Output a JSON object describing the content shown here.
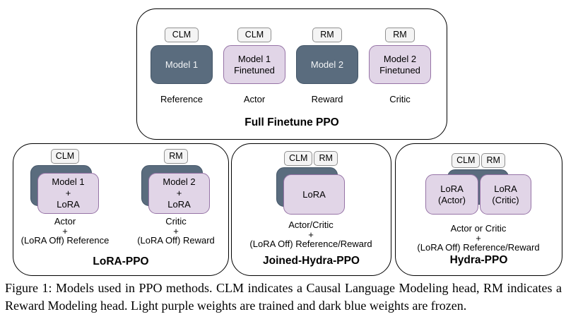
{
  "colors": {
    "frozen_fill": "#5a6c7e",
    "frozen_border": "#445668",
    "trained_fill": "#e1d5e7",
    "trained_border": "#9673a6",
    "tab_fill": "#f4f4f4",
    "tab_border": "#909090",
    "panel_border": "#000000"
  },
  "full_finetune": {
    "title": "Full Finetune PPO",
    "models": [
      {
        "tab": "CLM",
        "name": "Model 1",
        "role": "Reference"
      },
      {
        "tab": "CLM",
        "name": "Model 1\nFinetuned",
        "role": "Actor"
      },
      {
        "tab": "RM",
        "name": "Model 2",
        "role": "Reward"
      },
      {
        "tab": "RM",
        "name": "Model 2\nFinetuned",
        "role": "Critic"
      }
    ]
  },
  "lora_ppo": {
    "title": "LoRA-PPO",
    "stacks": [
      {
        "tab": "CLM",
        "card": "Model 1\n+\nLoRA",
        "caption": "Actor\n+\n(LoRA Off) Reference"
      },
      {
        "tab": "RM",
        "card": "Model 2\n+\nLoRA",
        "caption": "Critic\n+\n(LoRA Off) Reward"
      }
    ]
  },
  "joined_hydra": {
    "title": "Joined-Hydra-PPO",
    "tabs": [
      "CLM",
      "RM"
    ],
    "card": "LoRA",
    "caption": "Actor/Critic\n+\n(LoRA Off) Reference/Reward"
  },
  "hydra": {
    "title": "Hydra-PPO",
    "tabs": [
      "CLM",
      "RM"
    ],
    "cards": [
      "LoRA\n(Actor)",
      "LoRA\n(Critic)"
    ],
    "caption": "Actor or Critic\n+\n(LoRA Off) Reference/Reward"
  },
  "caption": "Figure 1: Models used in PPO methods. CLM indicates a Causal Language Modeling head, RM indicates a Reward Modeling head. Light purple weights are trained and dark blue weights are frozen."
}
